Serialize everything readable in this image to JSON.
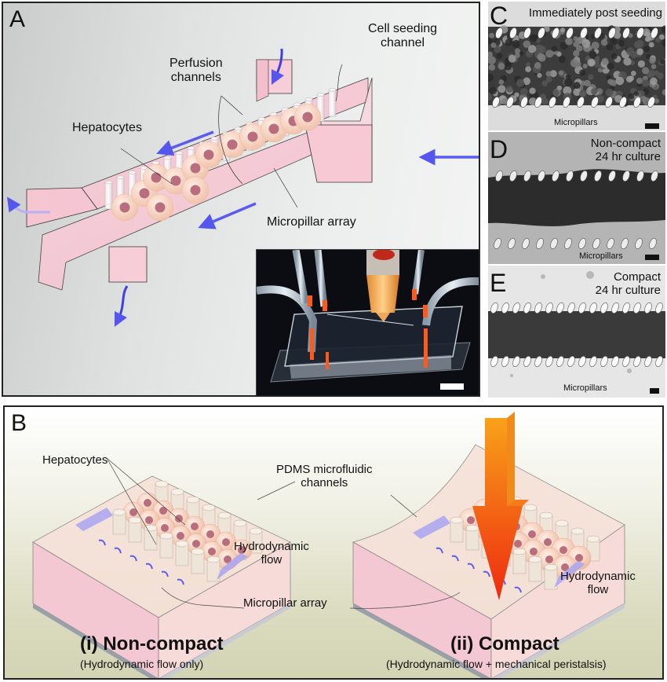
{
  "figure": {
    "panels": {
      "A": {
        "label": "A",
        "annotations": {
          "cell_seeding_channel": "Cell seeding\nchannel",
          "perfusion_channels": "Perfusion\nchannels",
          "hepatocytes": "Hepatocytes",
          "micropillar_array": "Micropillar array"
        },
        "inset": "photo of microfluidic device with tubing"
      },
      "B": {
        "label": "B",
        "annotations": {
          "hepatocytes": "Hepatocytes",
          "pdms_channels": "PDMS microfluidic\nchannels",
          "hydrodynamic_flow_left": "Hydrodynamic\nflow",
          "hydrodynamic_flow_right": "Hydrodynamic\nflow",
          "micropillar_array": "Micropillar array"
        },
        "cases": [
          {
            "title": "(i) Non-compact",
            "subtitle": "(Hydrodynamic flow only)"
          },
          {
            "title": "(ii) Compact",
            "subtitle": "(Hydrodynamic flow + mechanical peristalsis)"
          }
        ]
      },
      "C": {
        "label": "C",
        "title": "Immediately post seeding",
        "pointer": "Micropillars"
      },
      "D": {
        "label": "D",
        "title": "Non-compact\n24 hr culture",
        "pointer": "Micropillars"
      },
      "E": {
        "label": "E",
        "title": "Compact\n24 hr culture",
        "pointer": "Micropillars"
      }
    },
    "colors": {
      "channel_pink": "#f7c9d4",
      "flow_arrow_blue": "#5a5cf0",
      "cell_peach": "#f7d6c4",
      "cell_nucleus": "#b86e7c",
      "force_arrow_orange": "#f35a1a"
    }
  }
}
